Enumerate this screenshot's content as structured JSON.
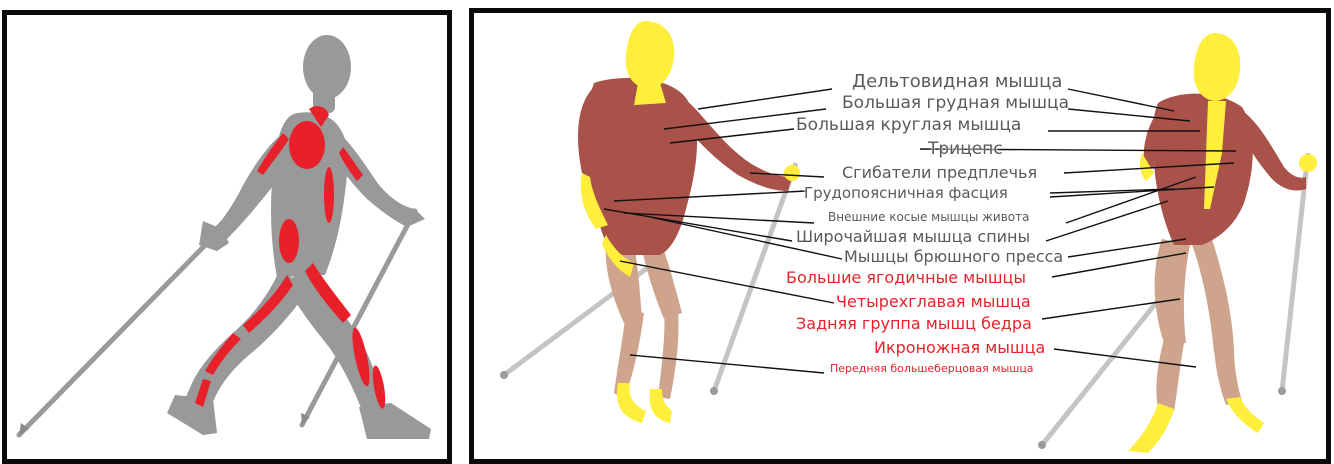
{
  "colors": {
    "walker_body": "#999999",
    "walker_muscle": "#e8202a",
    "muscle_red": "#a8524a",
    "skin_yellow": "#ffee3c",
    "leg_beige": "#cfa48c",
    "pole": "#b8b8b8",
    "label_gray": "#5a5a5a",
    "label_red": "#e8222a",
    "leader_line": "#111111",
    "frame": "#0a0a0a"
  },
  "labels": [
    {
      "id": "deltoid",
      "text": "Дельтовидная мышца",
      "color": "gray"
    },
    {
      "id": "pectoralis-major",
      "text": "Большая грудная мышца",
      "color": "gray"
    },
    {
      "id": "teres-major",
      "text": "Большая круглая мышца",
      "color": "gray"
    },
    {
      "id": "triceps",
      "text": "Трицепс",
      "color": "gray"
    },
    {
      "id": "forearm-flexors",
      "text": "Сгибатели предплечья",
      "color": "gray"
    },
    {
      "id": "thoracolumbar-fascia",
      "text": "Грудопоясничная фасция",
      "color": "gray"
    },
    {
      "id": "external-obliques",
      "text": "Внешние косые мышцы живота",
      "color": "gray"
    },
    {
      "id": "latissimus-dorsi",
      "text": "Широчайшая мышца спины",
      "color": "gray"
    },
    {
      "id": "abdominals",
      "text": "Мышцы брюшного пресса",
      "color": "gray"
    },
    {
      "id": "gluteus-maximus",
      "text": "Большие ягодичные мышцы",
      "color": "red"
    },
    {
      "id": "quadriceps",
      "text": "Четырехглавая мышца",
      "color": "red"
    },
    {
      "id": "hamstrings",
      "text": "Задняя группа мышц бедра",
      "color": "red"
    },
    {
      "id": "calf",
      "text": "Икроножная мышца",
      "color": "red"
    },
    {
      "id": "tibialis-anterior",
      "text": "Передняя большеберцовая мышца",
      "color": "red"
    }
  ]
}
